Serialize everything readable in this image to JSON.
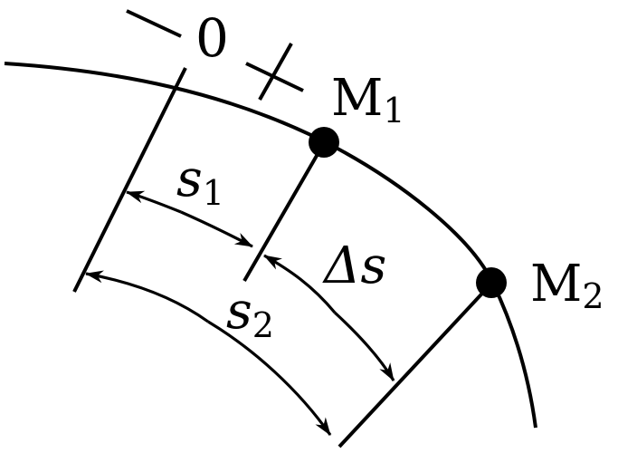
{
  "diagram": {
    "origin_label": "0",
    "points": [
      {
        "name": "M",
        "sub": "1"
      },
      {
        "name": "M",
        "sub": "2"
      }
    ],
    "arcs": [
      {
        "sym": "s",
        "sub": "1"
      },
      {
        "sym": "s",
        "sub": "2"
      },
      {
        "sym": "Δs",
        "sub": ""
      }
    ],
    "colors": {
      "ink": "#000000",
      "background": "#ffffff"
    }
  }
}
